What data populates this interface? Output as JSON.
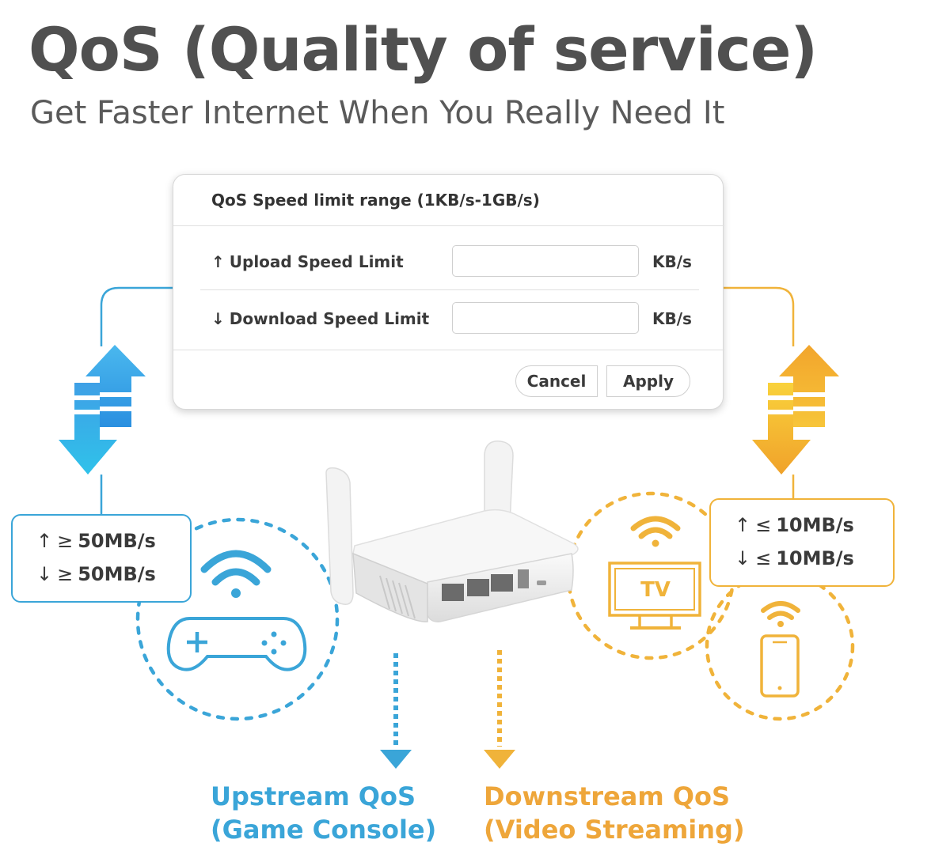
{
  "header": {
    "title": "QoS (Quality of service)",
    "subtitle": "Get Faster Internet When You Really Need It"
  },
  "dialog": {
    "title": "QoS Speed limit range (1KB/s-1GB/s)",
    "upload": {
      "arrow": "↑",
      "label": "Upload Speed Limit",
      "value": "",
      "unit": "KB/s"
    },
    "download": {
      "arrow": "↓",
      "label": "Download Speed Limit",
      "value": "",
      "unit": "KB/s"
    },
    "cancel_label": "Cancel",
    "apply_label": "Apply"
  },
  "upstream": {
    "up": {
      "arrow": "↑",
      "symbol": "≥",
      "value": "50MB/s"
    },
    "down": {
      "arrow": "↓",
      "symbol": "≥",
      "value": "50MB/s"
    },
    "caption_line1": "Upstream QoS",
    "caption_line2": "(Game Console)",
    "color": "#3aa5d8"
  },
  "downstream": {
    "up": {
      "arrow": "↑",
      "symbol": "≤",
      "value": "10MB/s"
    },
    "down": {
      "arrow": "↓",
      "symbol": "≤",
      "value": "10MB/s"
    },
    "caption_line1": "Downstream QoS",
    "caption_line2": "(Video Streaming)",
    "tv_label": "TV",
    "color": "#f0b33a"
  },
  "icons": [
    "wifi-icon",
    "gamepad-icon",
    "tv-icon",
    "smartphone-icon",
    "router-icon",
    "traffic-arrows-icon"
  ]
}
